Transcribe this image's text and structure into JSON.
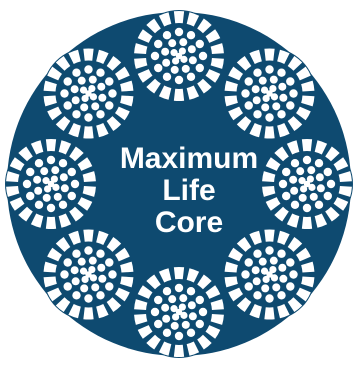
{
  "diagram": {
    "type": "wire-rope-cross-section",
    "strand_count": 8,
    "colors": {
      "rope": "#0e4a70",
      "strand_wires": "#ffffff",
      "background": "#ffffff"
    },
    "core_label": {
      "lines": [
        "Maximum",
        "Life",
        "Core"
      ]
    }
  }
}
